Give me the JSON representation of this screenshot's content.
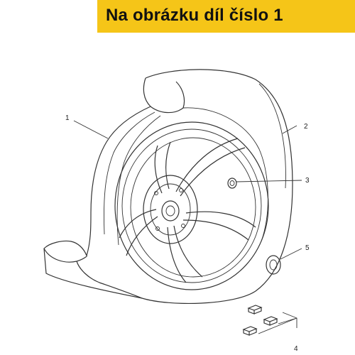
{
  "banner": {
    "text": "Na obrázku díl číslo 1",
    "color": "#f5c518"
  },
  "callouts": [
    {
      "id": "1",
      "label": "1"
    },
    {
      "id": "2",
      "label": "2"
    },
    {
      "id": "3",
      "label": "3"
    },
    {
      "id": "4",
      "label": "4"
    },
    {
      "id": "5",
      "label": "5"
    }
  ]
}
